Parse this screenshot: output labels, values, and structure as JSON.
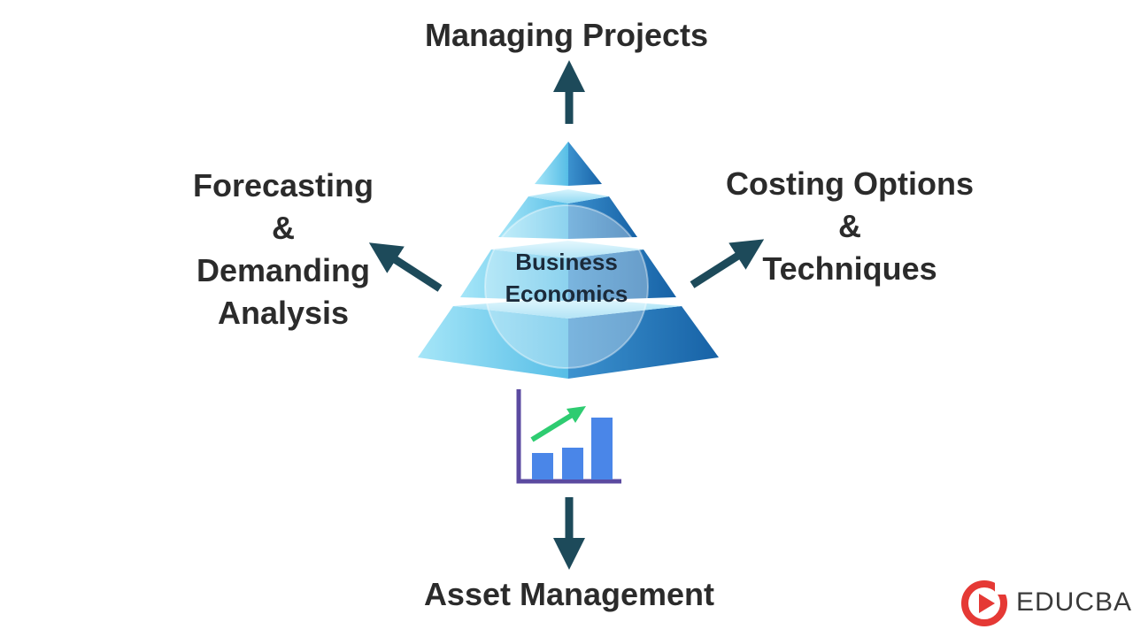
{
  "center": {
    "line1": "Business",
    "line2": "Economics"
  },
  "branches": {
    "top": {
      "line1": "Managing Projects"
    },
    "left": {
      "line1": "Forecasting",
      "line2": "&",
      "line3": "Demanding",
      "line4": "Analysis"
    },
    "right": {
      "line1": "Costing Options",
      "line2": "&",
      "line3": "Techniques"
    },
    "bottom": {
      "line1": "Asset Management"
    }
  },
  "logo": {
    "text": "EDUCBA",
    "icon": "educba-play-icon"
  },
  "icons": {
    "arrows": "arrow-icon",
    "growth_chart": "bar-chart-growth-icon"
  },
  "colors": {
    "arrow": "#1d4a5a",
    "pyramid_light": "#7fd3ef",
    "pyramid_dark": "#1a6cb0",
    "chart_bar": "#4a86e8",
    "chart_axis": "#5b4aa0",
    "chart_arrow": "#2ecc71",
    "logo_red": "#e53935",
    "text": "#2b2b2b"
  }
}
